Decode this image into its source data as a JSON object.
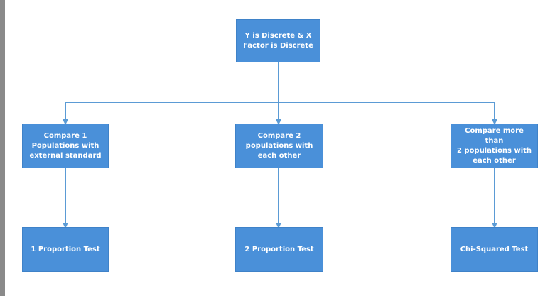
{
  "diagram": {
    "root": {
      "label": "Y is Discrete & X\nFactor is Discrete"
    },
    "branches": [
      {
        "condition": "Compare 1\nPopulations with\nexternal standard",
        "test": "1 Proportion Test"
      },
      {
        "condition": "Compare 2\npopulations with\neach other",
        "test": "2 Proportion Test"
      },
      {
        "condition": "Compare more than\n2 populations with\neach other",
        "test": "Chi-Squared Test"
      }
    ]
  },
  "colors": {
    "box_fill": "#4a90d9",
    "box_border": "#3f82c8",
    "connector": "#5b9bd5",
    "heading_fragment": "#2e6da4",
    "left_border": "#8a8a8a"
  }
}
